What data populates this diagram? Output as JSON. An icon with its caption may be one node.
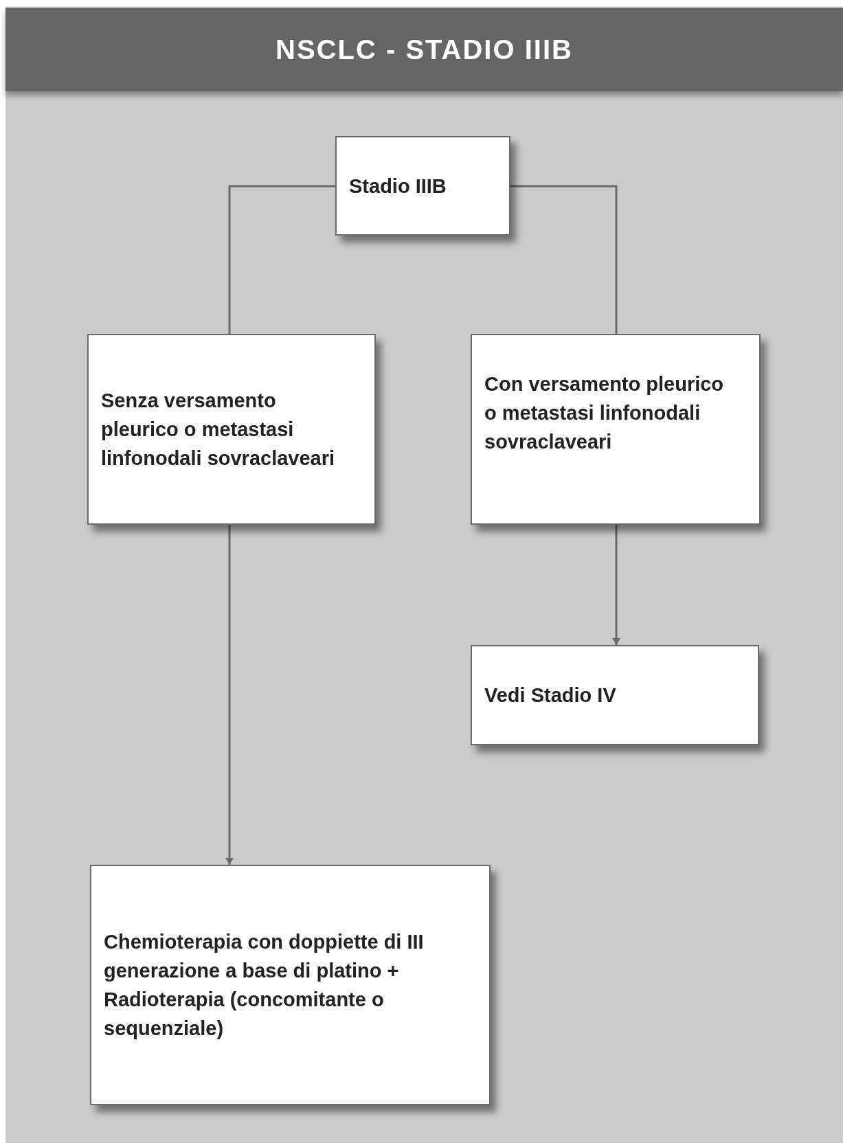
{
  "diagram": {
    "title": "NSCLC - STADIO IIIB",
    "nodes": [
      {
        "text": [
          "Stadio IIIB"
        ]
      },
      {
        "text": [
          "Senza versamento pleurico o metastasi linfonodali sovraclaveari"
        ]
      },
      {
        "text": [
          "Con versamento pleurico o metastasi linfonodali sovraclaveari"
        ]
      },
      {
        "text": [
          "Vedi Stadio IV"
        ]
      },
      {
        "text": [
          "Chemioterapia con doppiette di III generazione a base di platino + Radioterapia (concomitante o sequenziale)"
        ]
      }
    ],
    "edges": [
      {
        "from": 0,
        "to": 1,
        "arrow": "none"
      },
      {
        "from": 0,
        "to": 2,
        "arrow": "none"
      },
      {
        "from": 1,
        "to": 4,
        "arrow": "to"
      },
      {
        "from": 2,
        "to": 3,
        "arrow": "to"
      }
    ]
  }
}
